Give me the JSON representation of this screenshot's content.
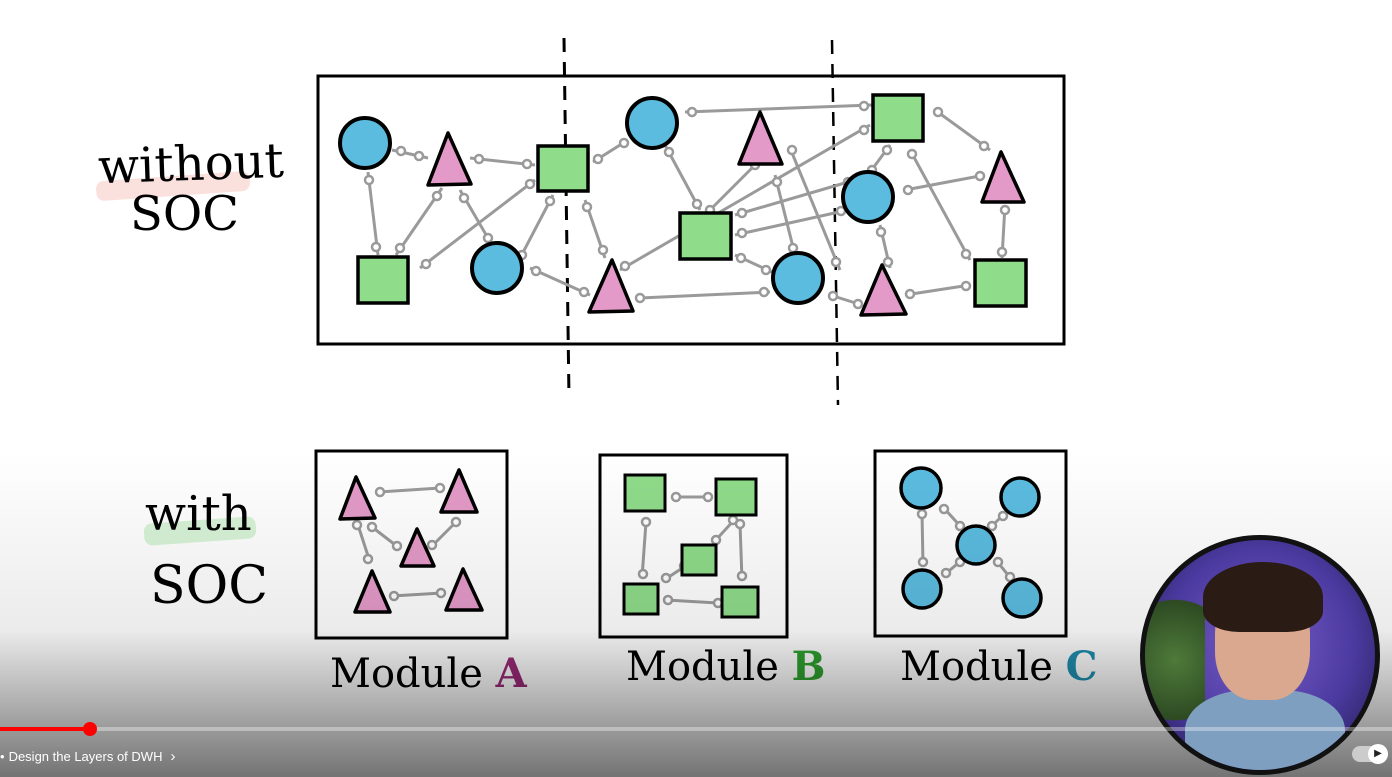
{
  "slide": {
    "without_label": "without",
    "soc_label_1": "SOC",
    "with_label": "with",
    "soc_label_2": "SOC",
    "modules": [
      {
        "name": "Module",
        "letter": "A",
        "color": "#9b2a78"
      },
      {
        "name": "Module",
        "letter": "B",
        "color": "#2ea12e"
      },
      {
        "name": "Module",
        "letter": "C",
        "color": "#1f8fb0"
      }
    ]
  },
  "colors": {
    "circle_fill": "#5bbce0",
    "square_fill": "#8fdc8a",
    "triangle_fill": "#e49ac8",
    "connector": "#9a9a9a",
    "player_progress": "#ff0000"
  },
  "player": {
    "chapter_title": "Design the Layers of DWH",
    "chevron_icon": "chevron-right-icon",
    "progress_fraction": 0.065
  }
}
